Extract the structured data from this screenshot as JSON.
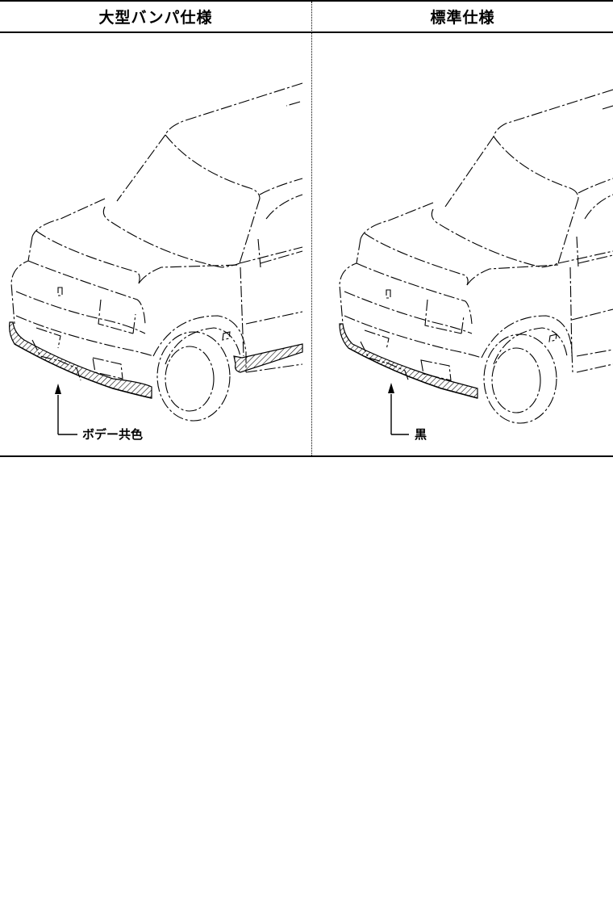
{
  "columns": [
    {
      "title": "大型バンパ仕様",
      "callout_label": "ボデー共色",
      "part": "front-bumper-large"
    },
    {
      "title": "標準仕様",
      "callout_label": "黒",
      "part": "front-bumper-standard"
    }
  ],
  "colors": {
    "line": "#000000",
    "background": "#ffffff"
  }
}
